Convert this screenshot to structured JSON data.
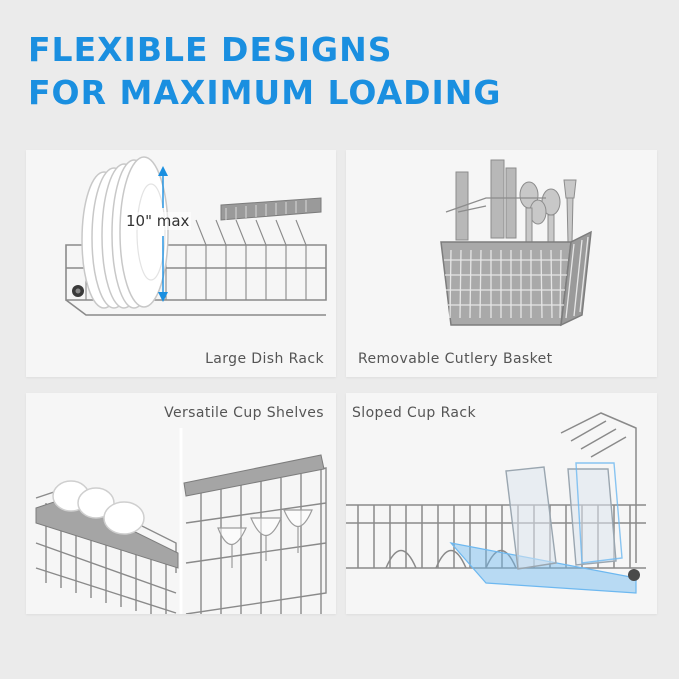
{
  "headline": {
    "line1": "FLEXIBLE DESIGNS",
    "line2": "FOR MAXIMUM LOADING"
  },
  "panels": {
    "dish_rack": {
      "caption": "Large Dish Rack",
      "dimension_label": "10\" max"
    },
    "cutlery_basket": {
      "caption": "Removable Cutlery Basket"
    },
    "cup_shelves": {
      "caption": "Versatile Cup Shelves"
    },
    "sloped_rack": {
      "caption": "Sloped Cup Rack"
    }
  },
  "colors": {
    "accent": "#1a8fe0",
    "background": "#ebebeb",
    "panel": "#f6f6f6",
    "caption": "#555555",
    "rack_wire": "#8a8a8a",
    "highlight": "#6db8f0"
  }
}
